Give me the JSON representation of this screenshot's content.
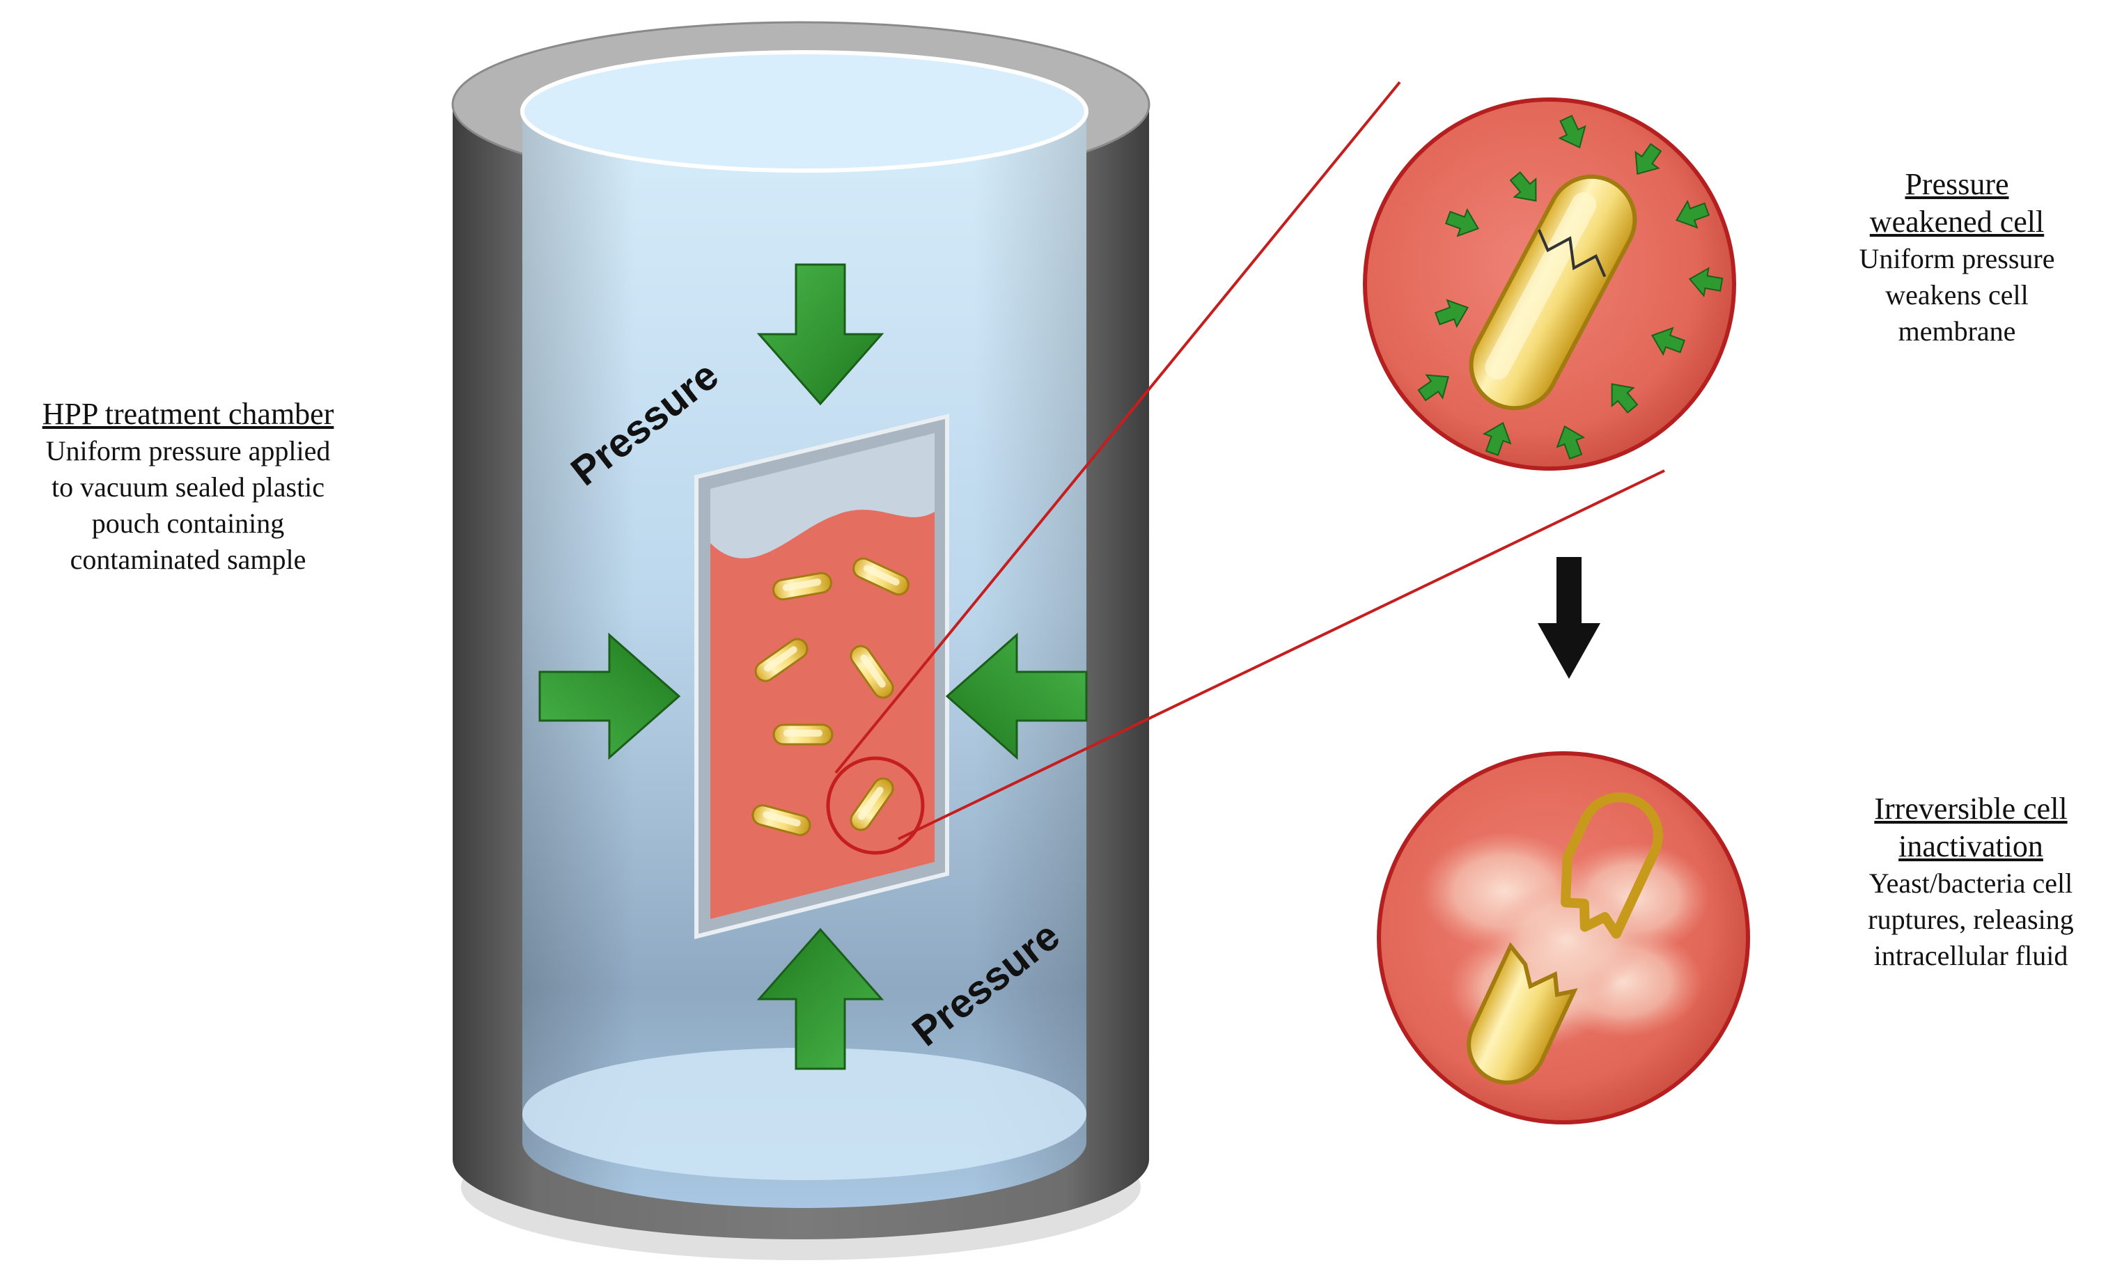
{
  "chamber": {
    "pressure_label": "Pressure"
  },
  "captions": {
    "chamber": {
      "title": "HPP treatment chamber",
      "lines": [
        "Uniform pressure applied",
        "to vacuum sealed plastic",
        "pouch containing",
        "contaminated sample"
      ]
    },
    "weakened": {
      "title_lines": [
        "Pressure",
        "weakened cell"
      ],
      "lines": [
        "Uniform pressure",
        "weakens cell",
        "membrane"
      ]
    },
    "inactivation": {
      "title_lines": [
        "Irreversible cell",
        "inactivation"
      ],
      "lines": [
        "Yeast/bacteria cell",
        "ruptures, releasing",
        "intracellular fluid"
      ]
    }
  },
  "colors": {
    "pressure_arrow": "#2e8b2e",
    "fluid": "#e8705f",
    "cell": "#f2d25a",
    "zoom_outline": "#c41e1e",
    "chamber_wall": "#6b6b6b",
    "water": "#c9e3f5"
  },
  "icons": {
    "pressure_arrow": "green-arrow-icon",
    "bacteria": "rod-bacterium-icon",
    "process_arrow": "black-down-arrow-icon"
  }
}
